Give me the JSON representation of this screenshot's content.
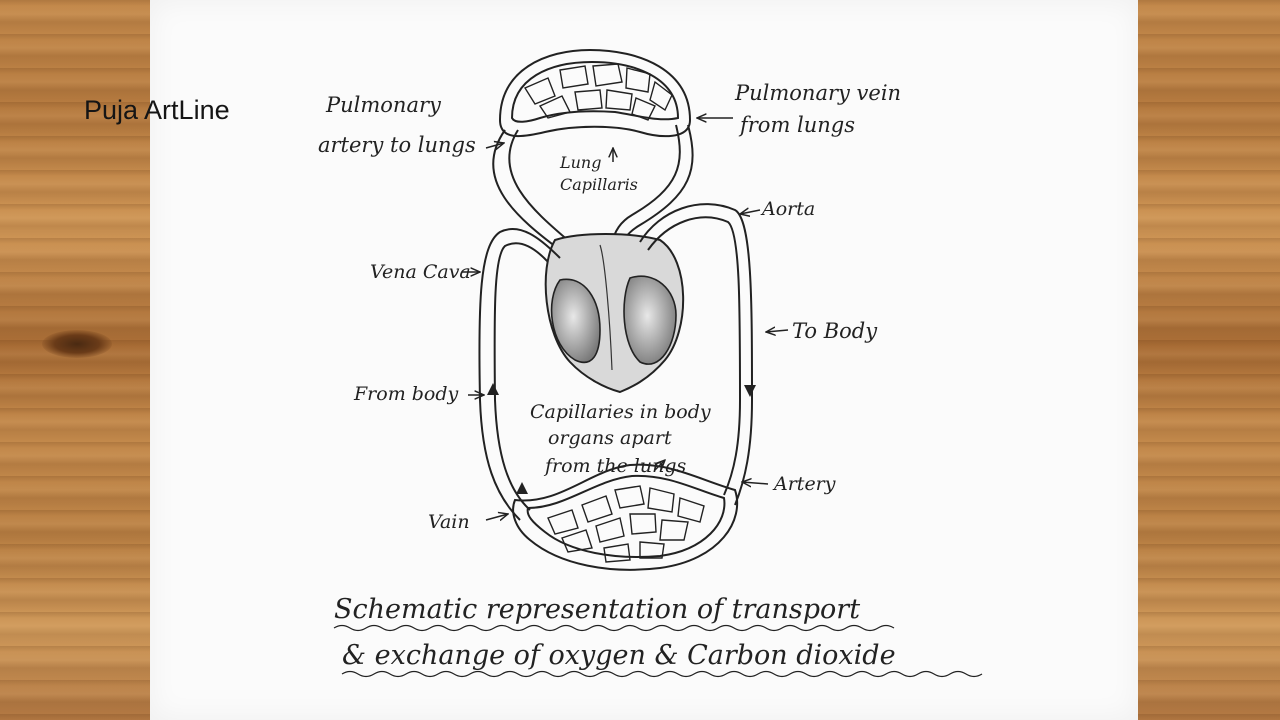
{
  "watermark": "Puja ArtLine",
  "labels": {
    "pulmonary_artery_line1": "Pulmonary",
    "pulmonary_artery_line2": "artery to lungs",
    "pulmonary_vein_line1": "Pulmonary vein",
    "pulmonary_vein_line2": "from lungs",
    "lung_capillaries_line1": "Lung",
    "lung_capillaries_line2": "Capillaris",
    "aorta": "Aorta",
    "vena_cava": "Vena Cava",
    "to_body": "To Body",
    "from_body": "From body",
    "body_capillaries_line1": "Capillaries in body",
    "body_capillaries_line2": "organs apart",
    "body_capillaries_line3": "from the lungs",
    "artery": "Artery",
    "vein": "Vain"
  },
  "caption": {
    "line1": "Schematic representation of transport",
    "line2": "& exchange of oxygen & Carbon dioxide"
  },
  "colors": {
    "ink": "#222222",
    "paper": "#fbfbfb",
    "wood": "#b57a3f"
  }
}
